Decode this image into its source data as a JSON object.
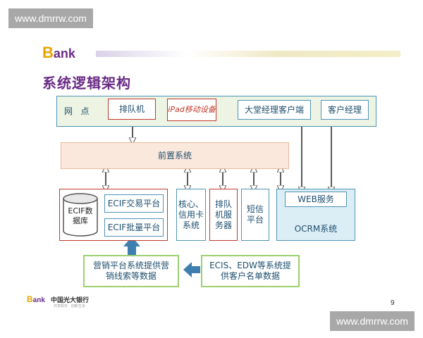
{
  "watermark": {
    "top": "www.dmrrw.com",
    "bottom": "www.dmrrw.com"
  },
  "header": {
    "logo_letter": "B",
    "logo_rest": "ank",
    "title": "系统逻辑架构"
  },
  "diagram": {
    "network": {
      "label": "网   点",
      "queue_machine": "排队机",
      "ipad": "iPad移动设备",
      "lobby_manager_client": "大堂经理客户端",
      "account_manager": "客户经理"
    },
    "front_system": "前置系统",
    "ecif_db": "ECIF数据库",
    "ecif_trade": "ECIF交易平台",
    "ecif_batch": "ECIF批量平台",
    "core_credit_card": "核心、信用卡系统",
    "queue_server": "排队机服务器",
    "sms_platform": "短信平台",
    "web_service": "WEB服务",
    "ocrm": "OCRM系统",
    "marketing_platform": "营销平台系统提供营销线索等数据",
    "ecis_edw": "ECIS、EDW等系统提供客户名单数据"
  },
  "footer": {
    "logo_letter": "B",
    "logo_rest": "ank",
    "bank_name": "中国光大银行",
    "bank_slogan": "共享阳光 · 创新生活",
    "page_number": "9"
  },
  "colors": {
    "accent_purple": "#6a2c86",
    "accent_gold": "#e8a400",
    "light_green_fill": "#eef4e3",
    "peach_fill": "#fbe8dd",
    "blue_fill": "#dceef5",
    "blue_border": "#4f93b6",
    "red_border": "#c0392b",
    "green_border": "#9ccf6f",
    "arrow_blue": "#3f7fb0"
  }
}
